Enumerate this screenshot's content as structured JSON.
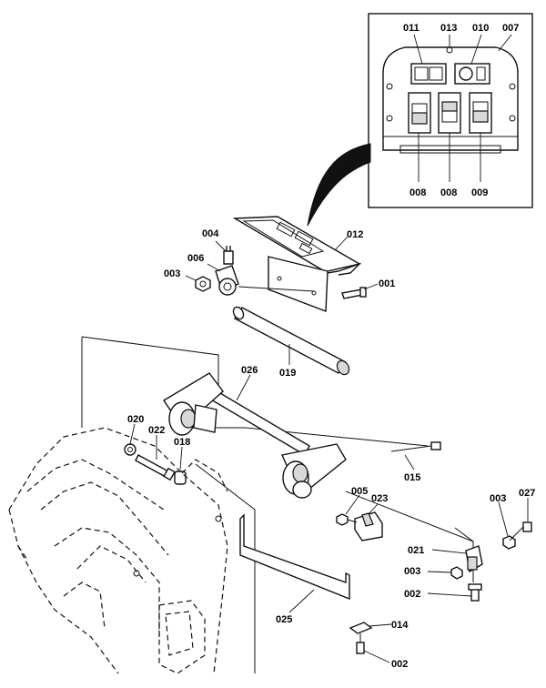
{
  "labels": {
    "p001": "001",
    "p002a": "002",
    "p002b": "002",
    "p003a": "003",
    "p003b": "003",
    "p003c": "003",
    "p004": "004",
    "p005": "005",
    "p006": "006",
    "p007": "007",
    "p008a": "008",
    "p008b": "008",
    "p009": "009",
    "p010": "010",
    "p011": "011",
    "p012": "012",
    "p013": "013",
    "p014": "014",
    "p015": "015",
    "p018": "018",
    "p019": "019",
    "p020": "020",
    "p021": "021",
    "p022": "022",
    "p023": "023",
    "p025": "025",
    "p026": "026",
    "p027": "027"
  }
}
